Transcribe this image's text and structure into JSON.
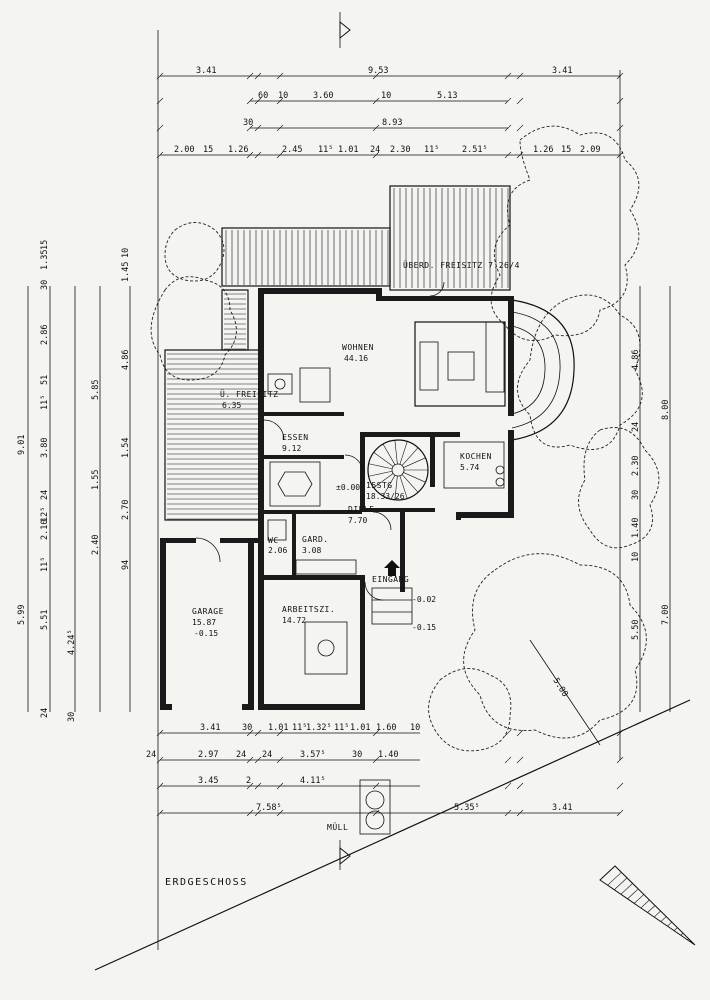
{
  "title": "ERDGESCHOSS",
  "rooms": {
    "wohnen": {
      "name": "WOHNEN",
      "area": "44.16"
    },
    "essen": {
      "name": "ESSEN",
      "area": "9.12"
    },
    "kochen": {
      "name": "KOCHEN",
      "area": "5.74"
    },
    "diele": {
      "name": "DIELE",
      "area": "7.70"
    },
    "wc": {
      "name": "WC",
      "area": "2.06"
    },
    "gard": {
      "name": "GARD.",
      "area": "3.08"
    },
    "arbeitszi": {
      "name": "ARBEITSZI.",
      "area": "14.72"
    },
    "garage": {
      "name": "GARAGE",
      "area": "15.87",
      "level": "-0.15"
    },
    "freisitz": {
      "name": "Ü. FREISITZ",
      "area": "6.35"
    },
    "freisitz_upper": {
      "name": "ÜBERD. FREISITZ 7.26/4"
    },
    "stair": {
      "name": "15STG",
      "ratio": "18.33/26"
    },
    "eingang": {
      "name": "EINGANG"
    },
    "muell": {
      "name": "MÜLL"
    }
  },
  "levels": {
    "diele": "±0.00",
    "entry": "-0.02",
    "entry2": "-0.15"
  },
  "dims_top": {
    "r1": [
      "3.41",
      "9.53",
      "3.41"
    ],
    "r2": [
      "60",
      "10",
      "3.60",
      "10",
      "5.13"
    ],
    "r3": [
      "30",
      "8.93"
    ],
    "r4": [
      "2.00",
      "15",
      "1.26",
      "2.45",
      "11⁵",
      "1.01",
      "24",
      "2.30",
      "11⁵",
      "2.51⁵",
      "1.26",
      "15",
      "2.09"
    ]
  },
  "dims_bottom": {
    "r1": [
      "3.41",
      "30",
      "1.01",
      "11⁵",
      "1.32⁵",
      "11⁵",
      "1.01",
      "1.60",
      "10"
    ],
    "r2": [
      "24",
      "2.97",
      "24",
      "24",
      "3.57⁵",
      "30",
      "1.40"
    ],
    "r3": [
      "3.45",
      "2",
      "4.11⁵"
    ],
    "r4": [
      "7.58⁵",
      "5.35⁵",
      "3.41"
    ]
  },
  "dims_left": {
    "outer": "9.01",
    "outer2": "5.99",
    "c2": [
      "15",
      "30",
      "1.35",
      "2.86",
      "11⁵",
      "51",
      "3.80",
      "24",
      "2.10",
      "12⁵",
      "11⁵",
      "5.51",
      "4.24⁵",
      "24",
      "30"
    ],
    "c3": [
      "1.45",
      "10",
      "4.86",
      "5.85",
      "1.54",
      "1.55",
      "2.70",
      "2.40",
      "94"
    ]
  },
  "dims_right": {
    "outer": "8.00",
    "outer2": "7.00",
    "c1": [
      "4.86",
      "24",
      "2.30",
      "30",
      "1.40",
      "10",
      "5.50"
    ],
    "diag": "5.00"
  }
}
